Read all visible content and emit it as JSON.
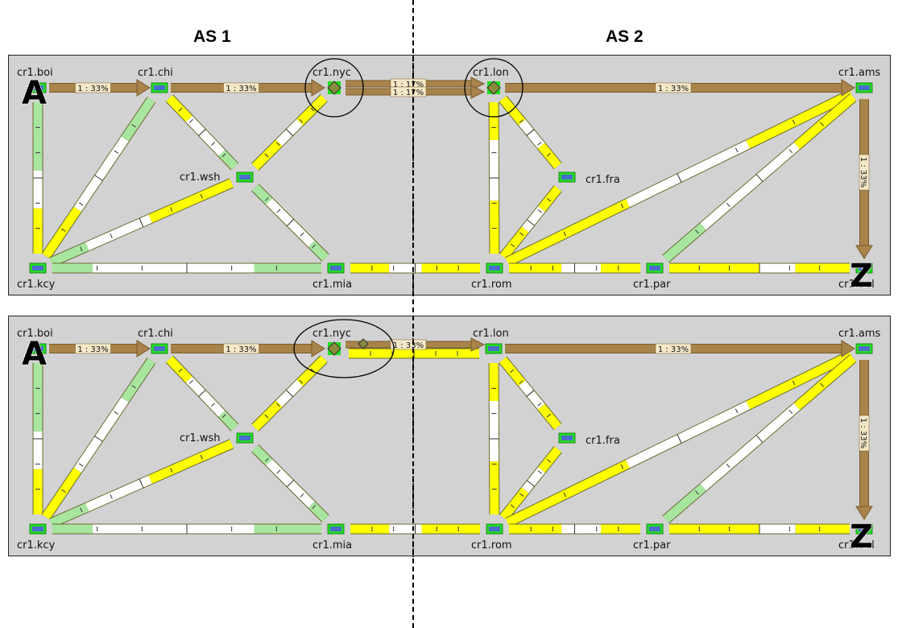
{
  "as_labels": [
    "AS 1",
    "AS 2"
  ],
  "panels": [
    {
      "bigA": "A",
      "bigZ": "Z",
      "nodes": [
        {
          "id": "boi",
          "label": "cr1.boi"
        },
        {
          "id": "chi",
          "label": "cr1.chi"
        },
        {
          "id": "nyc",
          "label": "cr1.nyc",
          "hub": true
        },
        {
          "id": "lon",
          "label": "cr1.lon",
          "hub": true
        },
        {
          "id": "ams",
          "label": "cr1.ams"
        },
        {
          "id": "wsh",
          "label": "cr1.wsh"
        },
        {
          "id": "fra",
          "label": "cr1.fra"
        },
        {
          "id": "kcy",
          "label": "cr1.kcy"
        },
        {
          "id": "mia",
          "label": "cr1.mia"
        },
        {
          "id": "rom",
          "label": "cr1.rom"
        },
        {
          "id": "par",
          "label": "cr1.par"
        },
        {
          "id": "bel",
          "label": "cr1.bel"
        }
      ],
      "flows": [
        {
          "from": "boi",
          "to": "chi",
          "label": "1 : 33%"
        },
        {
          "from": "chi",
          "to": "nyc",
          "label": "1 : 33%"
        },
        {
          "from": "nyc",
          "to": "lon",
          "label": "1 : 17%",
          "offset": -5
        },
        {
          "from": "nyc",
          "to": "lon",
          "label": "1 : 17%",
          "offset": 5
        },
        {
          "from": "lon",
          "to": "ams",
          "label": "1 : 33%"
        },
        {
          "from": "ams",
          "to": "bel",
          "label": "1 : 33%"
        }
      ],
      "circles": [
        "nyc",
        "lon"
      ]
    },
    {
      "bigA": "A",
      "bigZ": "Z",
      "nodes": [
        {
          "id": "boi",
          "label": "cr1.boi"
        },
        {
          "id": "chi",
          "label": "cr1.chi"
        },
        {
          "id": "nyc",
          "label": "cr1.nyc",
          "hub": true
        },
        {
          "id": "lon",
          "label": "cr1.lon"
        },
        {
          "id": "ams",
          "label": "cr1.ams"
        },
        {
          "id": "wsh",
          "label": "cr1.wsh"
        },
        {
          "id": "fra",
          "label": "cr1.fra"
        },
        {
          "id": "kcy",
          "label": "cr1.kcy"
        },
        {
          "id": "mia",
          "label": "cr1.mia"
        },
        {
          "id": "rom",
          "label": "cr1.rom"
        },
        {
          "id": "par",
          "label": "cr1.par"
        },
        {
          "id": "bel",
          "label": "cr1.bel"
        }
      ],
      "flows": [
        {
          "from": "boi",
          "to": "chi",
          "label": "1 : 33%"
        },
        {
          "from": "chi",
          "to": "nyc",
          "label": "1 : 33%"
        },
        {
          "from": "nyc",
          "to": "lon",
          "label": "1 : 33%",
          "offset": -5
        },
        {
          "from": "lon",
          "to": "ams",
          "label": "1 : 33%"
        },
        {
          "from": "ams",
          "to": "bel",
          "label": "1 : 33%"
        }
      ],
      "circles": [
        "nyc"
      ]
    }
  ],
  "colors": {
    "panel_bg": "#d2d2d2",
    "link_yellow": "#ffff00",
    "link_green": "#a8e6a0",
    "link_white": "#ffffff",
    "flow_brown": "#a8844a",
    "node_green": "#22dd22",
    "node_blue": "#4a6ccc",
    "hub_olive": "#8a8a3c"
  }
}
